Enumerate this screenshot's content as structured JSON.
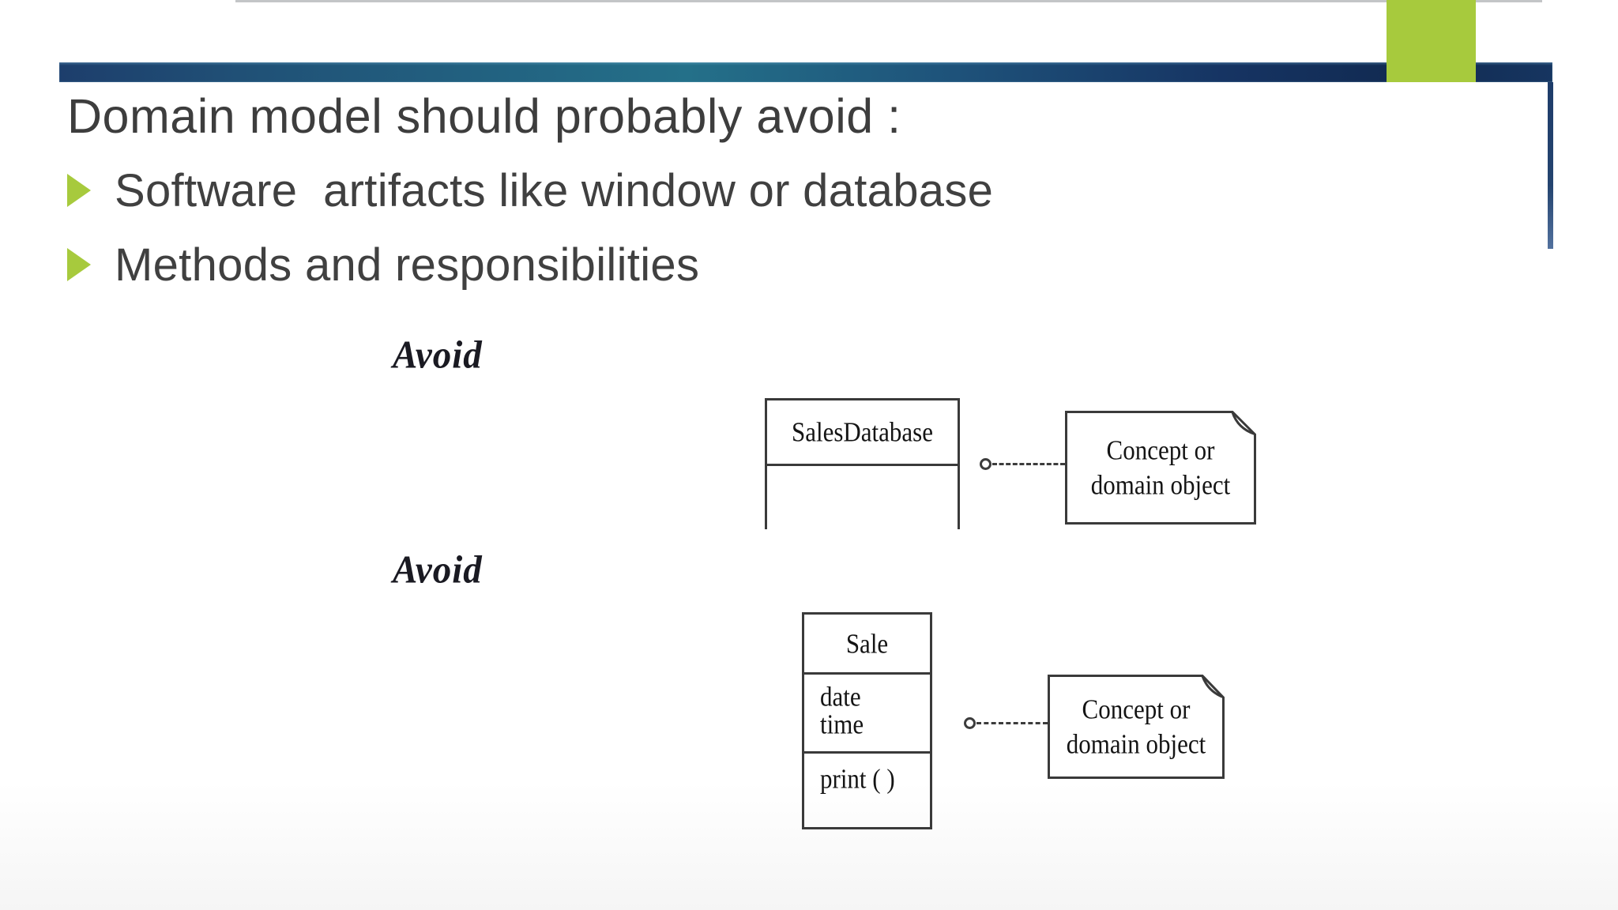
{
  "slide": {
    "title": "Domain model should probably avoid :",
    "bullets": [
      {
        "icon": "triangle-right-bullet-icon",
        "text": "Software  artifacts like window or database"
      },
      {
        "icon": "triangle-right-bullet-icon",
        "text": "Methods and responsibilities"
      }
    ],
    "colors": {
      "accent_green": "#a7ca3d",
      "bar_navy": "#16335c",
      "bar_teal": "#247089",
      "body_text": "#404040",
      "diagram_ink": "#3a3a3a"
    },
    "diagrams": [
      {
        "label": "Avoid",
        "class_name": "SalesDatabase",
        "note": {
          "line1": "Concept or",
          "line2": "domain object"
        }
      },
      {
        "label": "Avoid",
        "class_name": "Sale",
        "attributes": [
          "date",
          "time"
        ],
        "methods": [
          "print ( )"
        ],
        "note": {
          "line1": "Concept or",
          "line2": "domain object"
        }
      }
    ]
  }
}
